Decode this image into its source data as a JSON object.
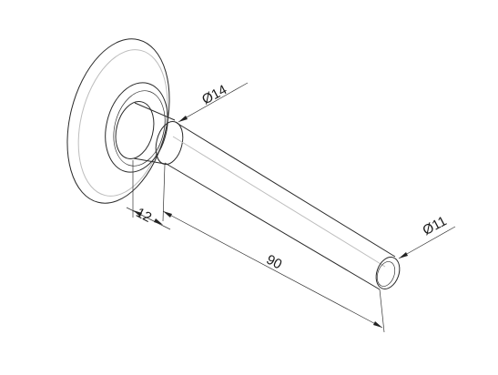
{
  "drawing": {
    "dimensions": {
      "shaft_length": "90",
      "flange_thickness": "12",
      "shoulder_diameter": "Ø14",
      "shaft_diameter": "Ø11"
    }
  }
}
